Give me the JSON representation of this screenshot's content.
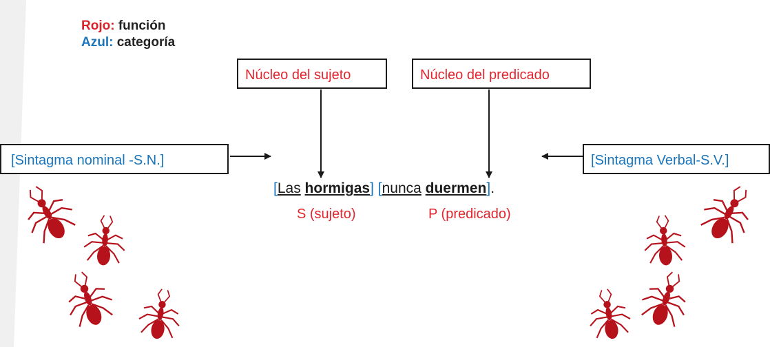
{
  "legend": {
    "red_key": "Rojo:",
    "red_value": "función",
    "blue_key": "Azul:",
    "blue_value": "categoría"
  },
  "boxes": {
    "nucleo_sujeto": "Núcleo del sujeto",
    "nucleo_predicado": "Núcleo del predicado",
    "sintagma_nominal": "[Sintagma nominal -S.N.]",
    "sintagma_verbal": "[Sintagma Verbal-S.V.]"
  },
  "sentence": {
    "open1": "[",
    "las": "Las",
    "hormigas": "hormigas",
    "close1": "]",
    "open2": " [",
    "nunca": "nunca",
    "duermen": "duermen",
    "close2": "]",
    "period": "."
  },
  "labels": {
    "sujeto": "S (sujeto)",
    "predicado": "P (predicado)"
  },
  "colors": {
    "function_red": "#e2262f",
    "category_blue": "#1a75bb",
    "ant_red": "#b5121b"
  },
  "icons": [
    "ant-icon"
  ]
}
